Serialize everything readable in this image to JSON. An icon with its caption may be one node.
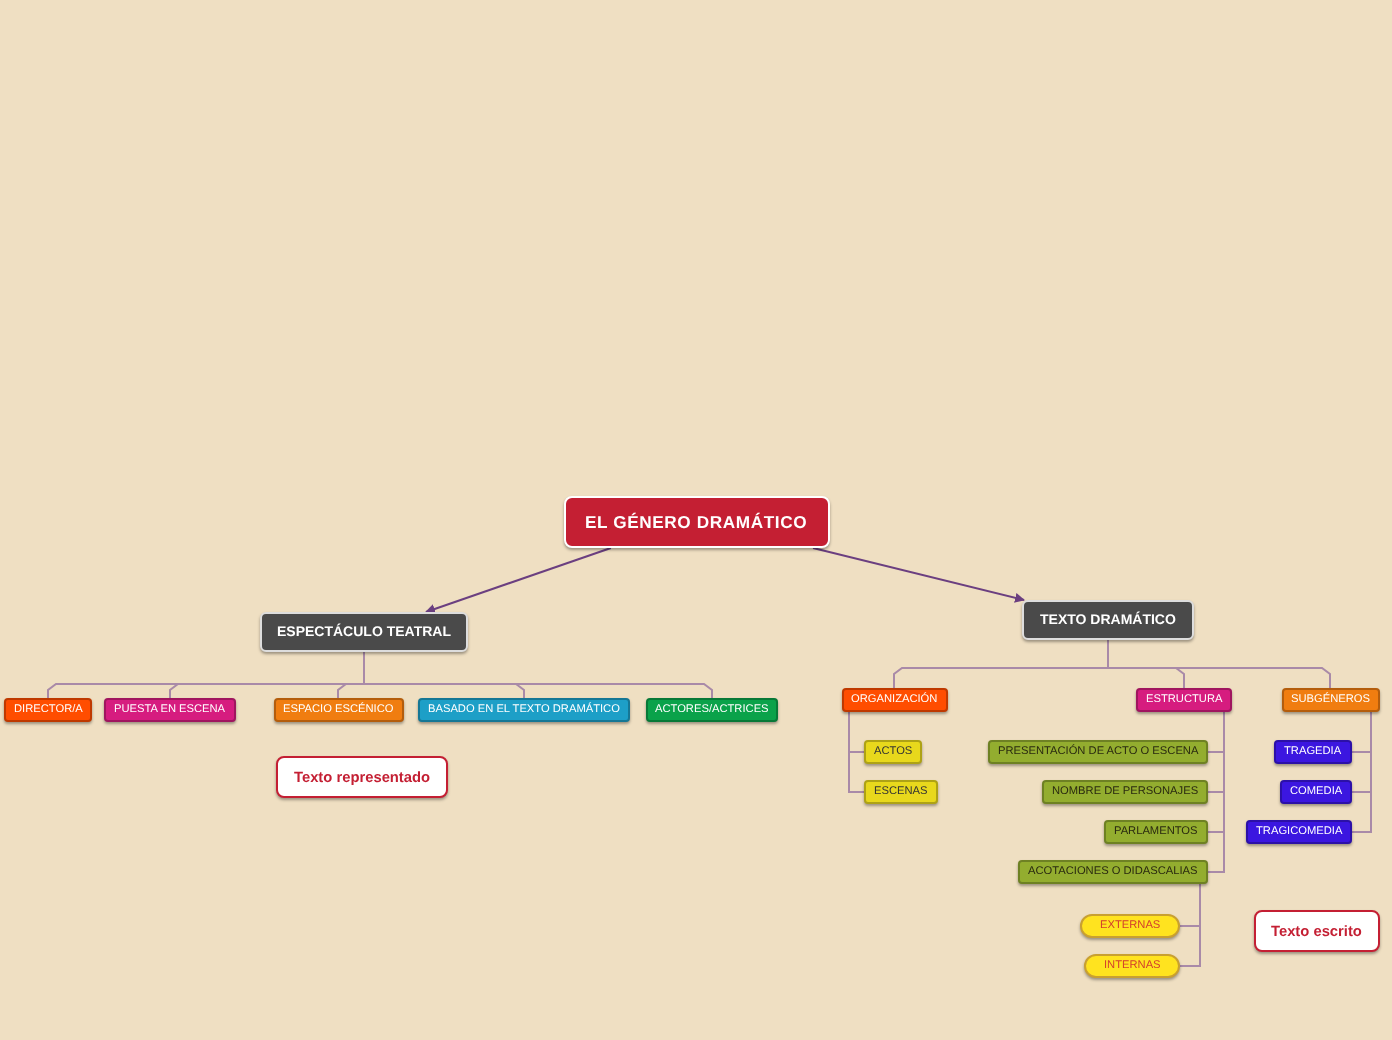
{
  "diagram": {
    "nodes": [
      {
        "text": [
          "EL GÉNERO DRAMÁTICO"
        ]
      },
      {
        "text": [
          "ESPECTÁCULO TEATRAL"
        ]
      },
      {
        "text": [
          "TEXTO DRAMÁTICO"
        ]
      },
      {
        "text": [
          "DIRECTOR/A"
        ]
      },
      {
        "text": [
          "PUESTA EN ESCENA"
        ]
      },
      {
        "text": [
          "ESPACIO ESCÉNICO"
        ]
      },
      {
        "text": [
          "BASADO EN EL TEXTO DRAMÁTICO"
        ]
      },
      {
        "text": [
          "ACTORES/ACTRICES"
        ]
      },
      {
        "text": [
          "Texto representado"
        ]
      },
      {
        "text": [
          "ORGANIZACIÓN"
        ]
      },
      {
        "text": [
          "ESTRUCTURA"
        ]
      },
      {
        "text": [
          "SUBGÉNEROS"
        ]
      },
      {
        "text": [
          "ACTOS"
        ]
      },
      {
        "text": [
          "ESCENAS"
        ]
      },
      {
        "text": [
          "PRESENTACIÓN DE ACTO O ESCENA"
        ]
      },
      {
        "text": [
          "NOMBRE DE PERSONAJES"
        ]
      },
      {
        "text": [
          "PARLAMENTOS"
        ]
      },
      {
        "text": [
          "ACOTACIONES O DIDASCALIAS"
        ]
      },
      {
        "text": [
          "TRAGEDIA"
        ]
      },
      {
        "text": [
          "COMEDIA"
        ]
      },
      {
        "text": [
          "TRAGICOMEDIA"
        ]
      },
      {
        "text": [
          "EXTERNAS"
        ]
      },
      {
        "text": [
          "INTERNAS"
        ]
      },
      {
        "text": [
          "Texto escrito"
        ]
      }
    ],
    "edges": [
      {
        "from": 0,
        "to": 1,
        "arrow": "to",
        "color": "#6b3f80"
      },
      {
        "from": 0,
        "to": 2,
        "arrow": "to",
        "color": "#6b3f80"
      },
      {
        "from": 1,
        "to": 3,
        "arrow": "none"
      },
      {
        "from": 1,
        "to": 4,
        "arrow": "none"
      },
      {
        "from": 1,
        "to": 5,
        "arrow": "none"
      },
      {
        "from": 1,
        "to": 6,
        "arrow": "none"
      },
      {
        "from": 1,
        "to": 7,
        "arrow": "none"
      },
      {
        "from": 2,
        "to": 9,
        "arrow": "none"
      },
      {
        "from": 2,
        "to": 10,
        "arrow": "none"
      },
      {
        "from": 2,
        "to": 11,
        "arrow": "none"
      },
      {
        "from": 9,
        "to": 12,
        "arrow": "none"
      },
      {
        "from": 9,
        "to": 13,
        "arrow": "none"
      },
      {
        "from": 10,
        "to": 14,
        "arrow": "none"
      },
      {
        "from": 10,
        "to": 15,
        "arrow": "none"
      },
      {
        "from": 10,
        "to": 16,
        "arrow": "none"
      },
      {
        "from": 10,
        "to": 17,
        "arrow": "none"
      },
      {
        "from": 11,
        "to": 18,
        "arrow": "none"
      },
      {
        "from": 11,
        "to": 19,
        "arrow": "none"
      },
      {
        "from": 11,
        "to": 20,
        "arrow": "none"
      },
      {
        "from": 17,
        "to": 21,
        "arrow": "none"
      },
      {
        "from": 17,
        "to": 22,
        "arrow": "none"
      }
    ]
  }
}
